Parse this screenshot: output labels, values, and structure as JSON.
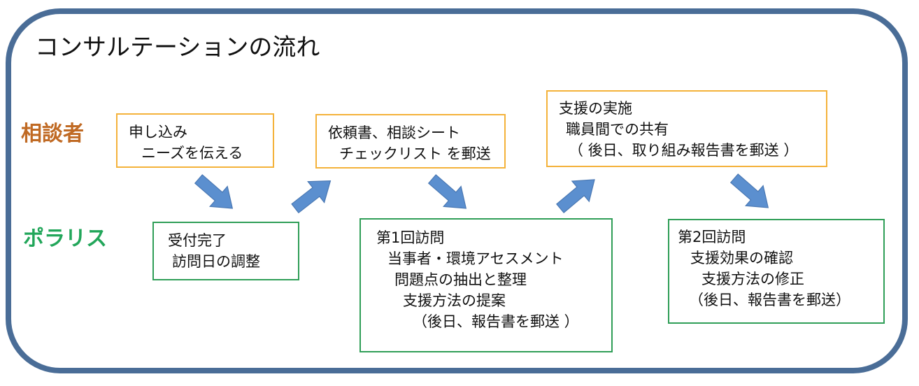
{
  "title": "コンサルテーションの流れ",
  "roles": {
    "consultant": "相談者",
    "polaris": "ポラリス"
  },
  "steps": {
    "application": [
      "申し込み",
      "ニーズを伝える"
    ],
    "reception": [
      "受付完了",
      "訪問日の調整"
    ],
    "request_docs": [
      "依頼書、相談シート",
      "チェックリスト を郵送"
    ],
    "first_visit": [
      "第1回訪問",
      "当事者・環境アセスメント",
      "問題点の抽出と整理",
      "支援方法の提案",
      "（後日、報告書を郵送 ）"
    ],
    "implementation": [
      "支援の実施",
      "職員間での共有",
      "（ 後日、取り組み報告書を郵送 ）"
    ],
    "second_visit": [
      "第2回訪問",
      "支援効果の確認",
      "支援方法の修正",
      "（後日、報告書を郵送）"
    ]
  },
  "colors": {
    "frame": "#4a6d97",
    "consultant_label": "#c06a24",
    "polaris_label": "#22a65a",
    "consultant_box_border": "#f4b23a",
    "polaris_box_border": "#2f9e57",
    "arrow": "#5b8fcf"
  },
  "icons": {
    "flow_arrow": "down-right / up-right block arrow"
  }
}
